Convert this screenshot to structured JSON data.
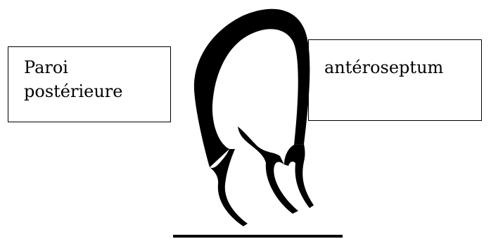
{
  "labels": {
    "posterior_wall": [
      "Paroi",
      "postérieure"
    ],
    "anteroseptum": "antéroseptum"
  },
  "colors": {
    "ink": "#000000",
    "background": "#ffffff"
  }
}
